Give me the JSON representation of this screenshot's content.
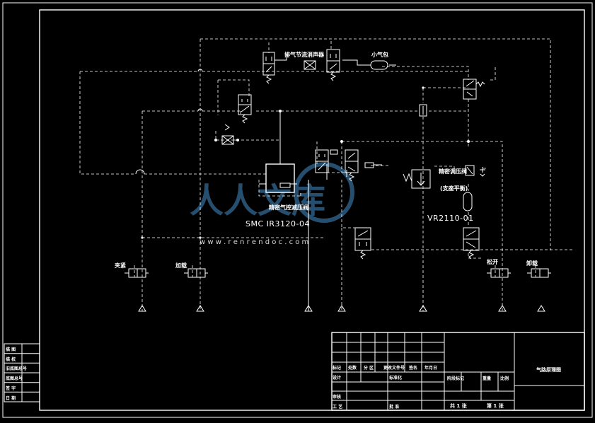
{
  "labels": {
    "exhaust_muffler": "排气节流消声器",
    "small_tank": "小气包",
    "precision_regulator": "精密调压阀",
    "balance_note": "(支座平衡)",
    "precision_pressure_valve": "精密气控减压阀",
    "smc_model": "SMC IR3120-04",
    "vr_model": "VR2110-01",
    "clamp": "夹紧",
    "release": "松开",
    "load": "加载",
    "unload": "卸载"
  },
  "watermark": {
    "brand": "人人文库",
    "url": "w w w . r e n r e n d o c . c o m"
  },
  "title_block": {
    "title": "气路原理图",
    "sheet_total": "共 1 张",
    "sheet_no": "第 1 张",
    "cells": [
      "标记",
      "处数",
      "分 区",
      "更改文件号",
      "签名",
      "年月日",
      "阶段标记",
      "重量",
      "比例",
      "设计",
      "标准化",
      "审核",
      "工 艺",
      "批 准"
    ]
  },
  "side_table": [
    "描 图",
    "描 校",
    "旧底图总号",
    "底图总号",
    "签 字",
    "日 期"
  ]
}
